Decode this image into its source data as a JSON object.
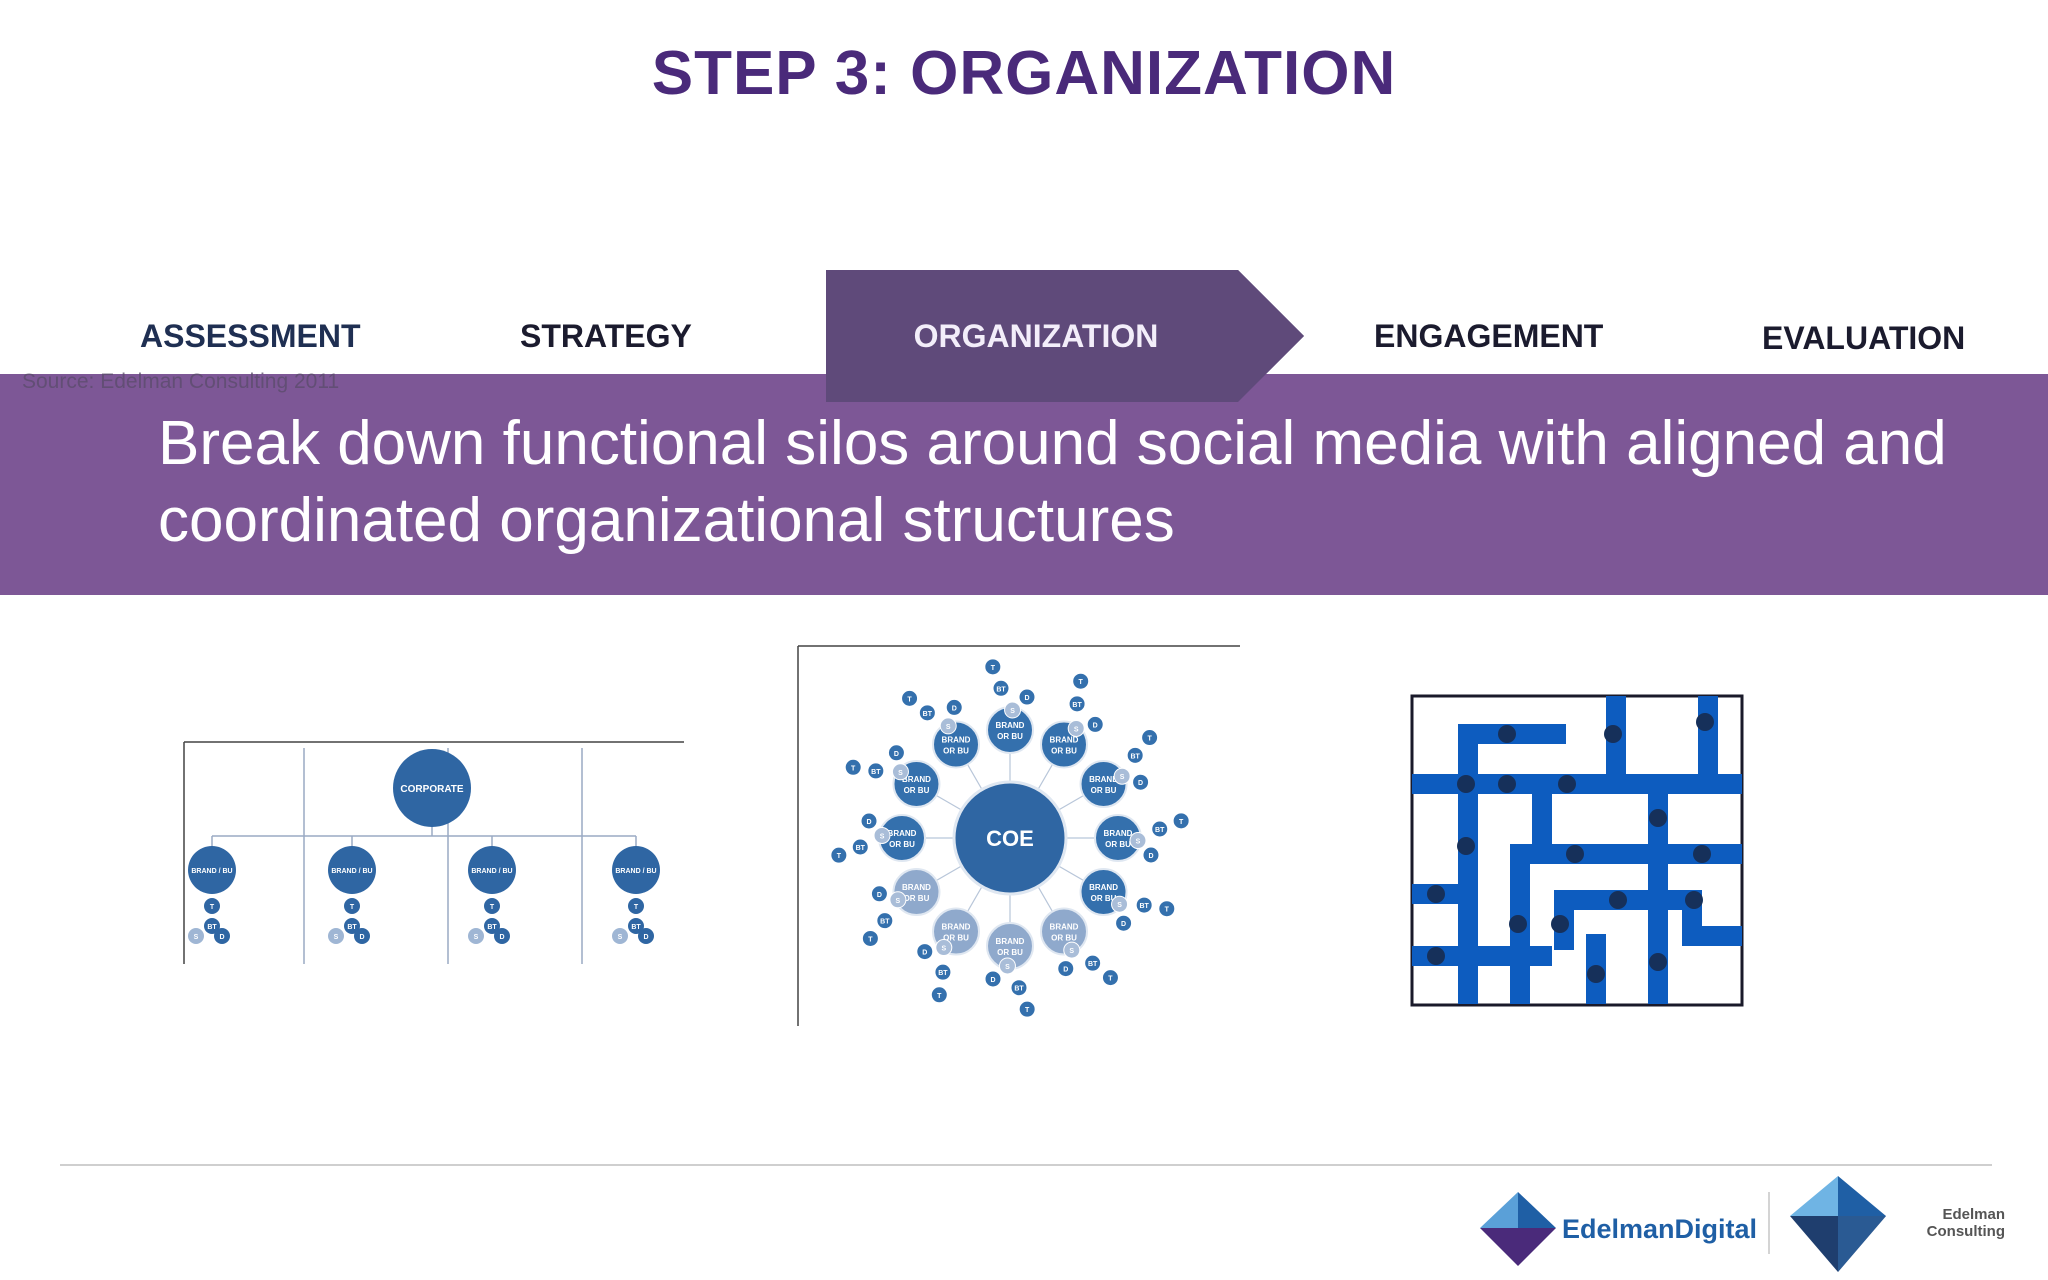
{
  "slide": {
    "title": "STEP 3: ORGANIZATION",
    "steps": [
      {
        "label": "ASSESSMENT"
      },
      {
        "label": "STRATEGY"
      },
      {
        "label": "ORGANIZATION",
        "active": true
      },
      {
        "label": "ENGAGEMENT"
      },
      {
        "label": "EVALUATION"
      }
    ],
    "source": "Source: Edelman Consulting 2011",
    "headline_line1": "Break down functional silos around social media with aligned and",
    "headline_line2": "coordinated organizational structures"
  },
  "diagrams": {
    "hierarchy": {
      "root": "CORPORATE",
      "branch_label": "BRAND / BU",
      "leaves": [
        "T",
        "BT",
        "S",
        "D"
      ]
    },
    "hub": {
      "center": "COE",
      "node_line1": "BRAND",
      "node_line2": "OR BU",
      "leaves": [
        "T",
        "BT",
        "S",
        "D"
      ]
    },
    "maze": {}
  },
  "footer": {
    "edelman_digital": "EdelmanDigital",
    "edelman_consulting_line1": "Edelman",
    "edelman_consulting_line2": "Consulting"
  },
  "colors": {
    "title": "#4a2a7a",
    "band": "#7d5796",
    "arrow": "#5f4a7a",
    "node_dark": "#2f66a3",
    "node_light": "#9fb6d4",
    "maze_blue": "#0d5cbf",
    "maze_dot": "#16305a"
  }
}
